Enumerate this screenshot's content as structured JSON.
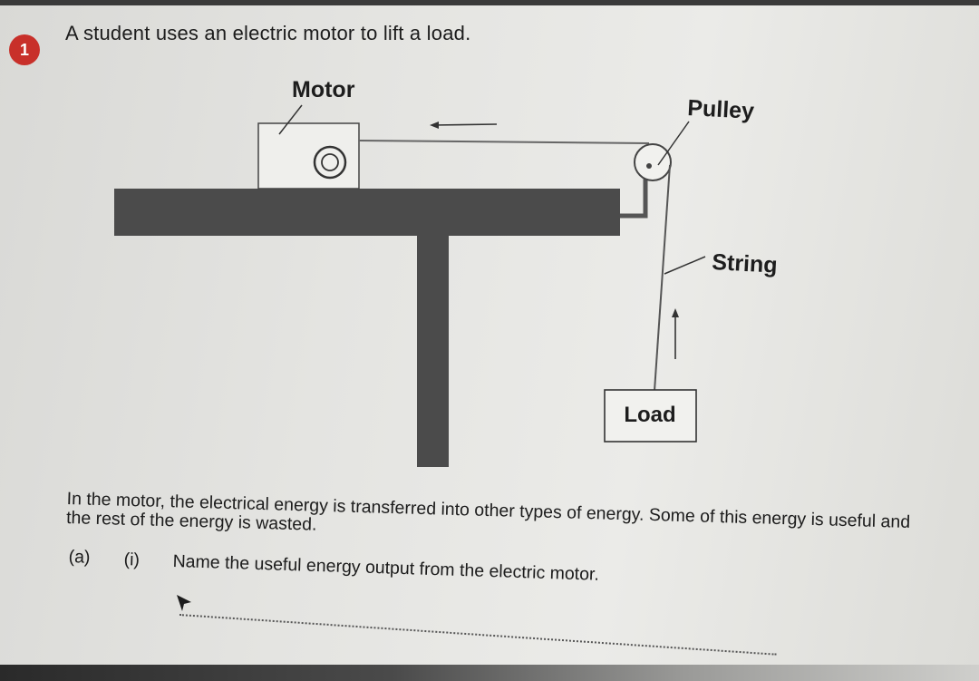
{
  "question_number": "1",
  "intro_text": "A student uses an electric motor to lift a load.",
  "diagram": {
    "labels": {
      "motor": "Motor",
      "pulley": "Pulley",
      "string": "String",
      "load": "Load"
    }
  },
  "paragraph": "In the motor, the electrical energy is transferred into other types of energy. Some of this energy is useful and the rest of the energy is wasted.",
  "part_a": {
    "part_label": "(a)",
    "sub_label": "(i)",
    "question": "Name the useful energy output from the electric motor.",
    "answer": ""
  }
}
